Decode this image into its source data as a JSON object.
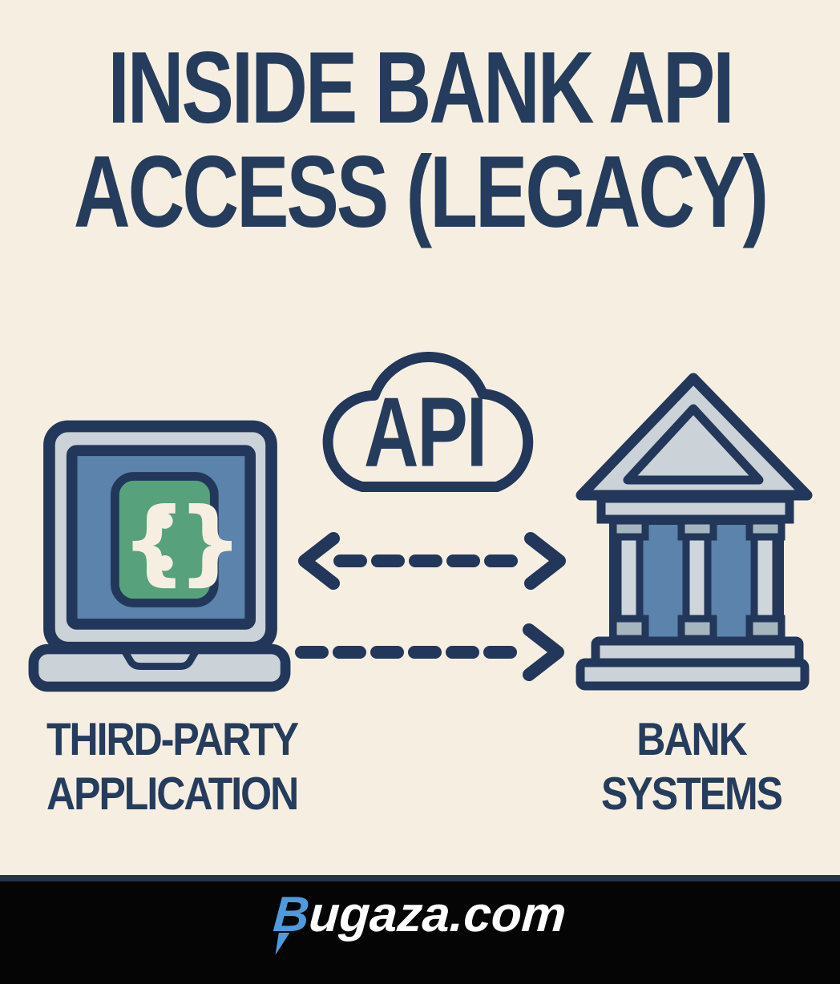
{
  "title": {
    "line1": "INSIDE BANK API",
    "line2": "ACCESS (LEGACY)"
  },
  "diagram": {
    "cloud_label": "API",
    "left_node": {
      "label_line1": "THIRD-PARTY",
      "label_line2": "APPLICATION",
      "icon": "laptop-code-icon",
      "screen_glyph_open": "{",
      "screen_glyph_close": "}"
    },
    "right_node": {
      "label_line1": "BANK",
      "label_line2": "SYSTEMS",
      "icon": "bank-building-icon"
    },
    "connections": [
      {
        "type": "dashed-arrow",
        "direction": "bidirectional"
      },
      {
        "type": "dashed-arrow",
        "direction": "left-to-right"
      }
    ]
  },
  "footer": {
    "brand_initial": "B",
    "brand_rest": "ugaza.com"
  },
  "colors": {
    "background": "#f6efe1",
    "navy_text": "#253c5c",
    "outline_navy": "#22375a",
    "screen_blue": "#5b83ac",
    "code_green": "#57a17d",
    "silver": "#cbd2d8",
    "column_gray": "#a6b6bf",
    "footer_background": "#050505",
    "footer_divider": "#26334d",
    "brand_blue": "#4f9ade",
    "brand_white": "#ffffff"
  }
}
